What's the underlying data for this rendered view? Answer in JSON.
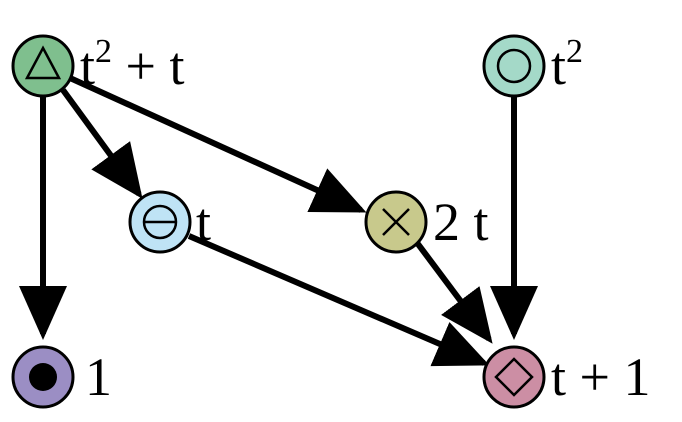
{
  "diagram": {
    "nodes": [
      {
        "id": "add",
        "symbol": "triangle",
        "fill": "#7fbf8e",
        "label": {
          "base": "t",
          "sup": "2",
          "rest": " + t"
        }
      },
      {
        "id": "square",
        "symbol": "circle",
        "fill": "#a4d9c8",
        "label": {
          "base": "t",
          "sup": "2",
          "rest": ""
        }
      },
      {
        "id": "neg",
        "symbol": "minus-circle",
        "fill": "#bfe3f5",
        "label": {
          "base": "t",
          "sup": "",
          "rest": ""
        }
      },
      {
        "id": "mul",
        "symbol": "times",
        "fill": "#c8c98c",
        "label": {
          "base": "2 t",
          "sup": "",
          "rest": ""
        }
      },
      {
        "id": "const",
        "symbol": "dot",
        "fill": "#9b8ec4",
        "label": {
          "base": "1",
          "sup": "",
          "rest": ""
        }
      },
      {
        "id": "out",
        "symbol": "diamond",
        "fill": "#cc8ea4",
        "label": {
          "base": "t + 1",
          "sup": "",
          "rest": ""
        }
      }
    ],
    "edges": [
      {
        "from": "add",
        "to": "const"
      },
      {
        "from": "add",
        "to": "neg"
      },
      {
        "from": "add",
        "to": "mul"
      },
      {
        "from": "neg",
        "to": "out"
      },
      {
        "from": "mul",
        "to": "out"
      },
      {
        "from": "square",
        "to": "out"
      }
    ]
  }
}
